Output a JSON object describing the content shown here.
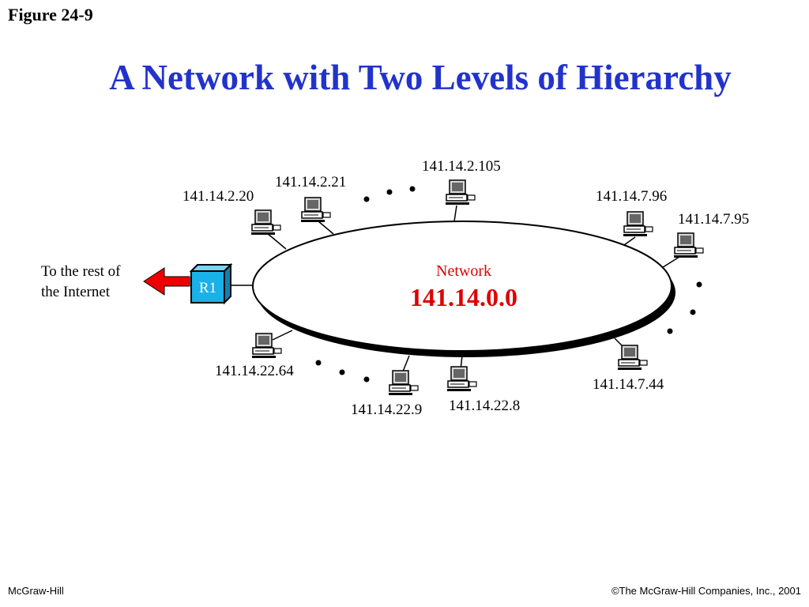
{
  "header": {
    "figure_label": "Figure 24-9",
    "title": "A Network with Two Levels of Hierarchy"
  },
  "diagram": {
    "network": {
      "label": "Network",
      "address": "141.14.0.0"
    },
    "router": {
      "label": "R1",
      "destination_line1": "To the rest of",
      "destination_line2": "the Internet"
    },
    "hosts": [
      {
        "id": "h-2-20",
        "address": "141.14.2.20"
      },
      {
        "id": "h-2-21",
        "address": "141.14.2.21"
      },
      {
        "id": "h-2-105",
        "address": "141.14.2.105"
      },
      {
        "id": "h-7-96",
        "address": "141.14.7.96"
      },
      {
        "id": "h-7-95",
        "address": "141.14.7.95"
      },
      {
        "id": "h-7-44",
        "address": "141.14.7.44"
      },
      {
        "id": "h-22-8",
        "address": "141.14.22.8"
      },
      {
        "id": "h-22-9",
        "address": "141.14.22.9"
      },
      {
        "id": "h-22-64",
        "address": "141.14.22.64"
      }
    ],
    "colors": {
      "title": "#2233cc",
      "network_text": "#dd0000",
      "router_fill": "#1ab0e8",
      "arrow": "#ee0000"
    }
  },
  "footer": {
    "publisher": "McGraw-Hill",
    "copyright": "©The McGraw-Hill Companies, Inc., 2001"
  }
}
